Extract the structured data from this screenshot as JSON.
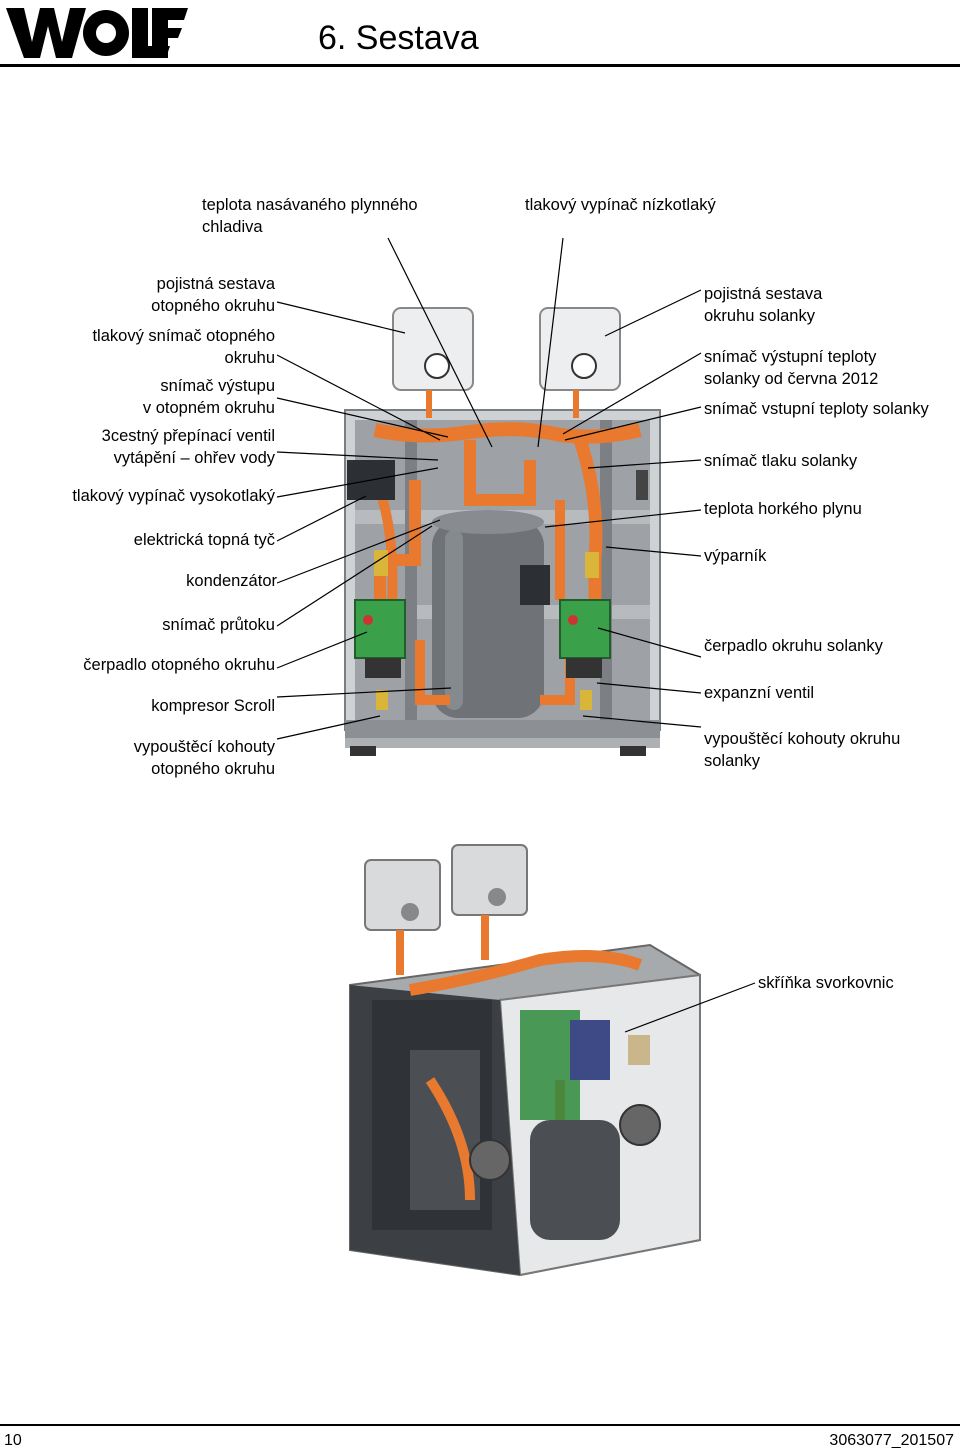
{
  "header": {
    "logo_text": "WOLF",
    "title": "6. Sestava"
  },
  "top_labels": {
    "suction_temp": "teplota nasávaného plynného\nchladiva",
    "low_pressure_switch": "tlakový vypínač nízkotlaký"
  },
  "left_labels": [
    "pojistná sestava\notopného okruhu",
    "tlakový snímač otopného\nokruhu",
    "snímač výstupu\nv otopném okruhu",
    "3cestný přepínací ventil\nvytápění – ohřev vody",
    "tlakový vypínač vysokotlaký",
    "elektrická topná tyč",
    "kondenzátor",
    "snímač průtoku",
    "čerpadlo otopného okruhu",
    "kompresor Scroll",
    "vypouštěcí kohouty\notopného okruhu"
  ],
  "right_labels": [
    "pojistná sestava\nokruhu solanky",
    "snímač výstupní teploty\nsolanky od června 2012",
    "snímač vstupní teploty solanky",
    "snímač tlaku solanky",
    "teplota horkého plynu",
    "výparník",
    "čerpadlo okruhu solanky",
    "expanzní ventil",
    "vypouštěcí kohouty okruhu\nsolanky"
  ],
  "bottom_labels": {
    "terminal_box": "skříňka svorkovnic"
  },
  "footer": {
    "page_number": "10",
    "doc_code": "3063077_201507"
  },
  "colors": {
    "copper_pipe": "#e8792e",
    "frame_grey": "#8c8f93",
    "compressor_grey": "#6f7378",
    "pump_green": "#3aa04a",
    "valve_yellow": "#d9b53a"
  },
  "icons": {
    "logo": "wolf-logo",
    "figure_front": "heat-pump-front-illustration",
    "figure_iso": "heat-pump-isometric-illustration"
  }
}
